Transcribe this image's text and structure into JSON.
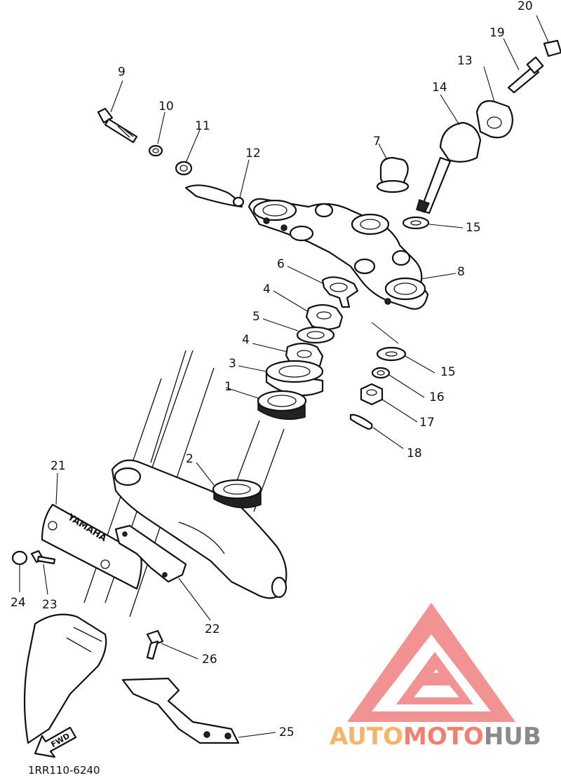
{
  "diagram_code": "1RR110-6240",
  "fwd_label": "FWD",
  "emblem_text": "YAMAHA",
  "watermark": {
    "part1": "AUTO",
    "part2": "MOTO",
    "part3": "HUB",
    "colors": {
      "logo": "#f08080",
      "part1": "#f5b46a",
      "part2": "#f08070",
      "part3": "#8a8a8a"
    }
  },
  "callouts": [
    "1",
    "2",
    "3",
    "4",
    "4",
    "5",
    "6",
    "7",
    "8",
    "9",
    "10",
    "11",
    "12",
    "13",
    "14",
    "15",
    "15",
    "16",
    "17",
    "18",
    "19",
    "20",
    "21",
    "22",
    "23",
    "24",
    "25",
    "26"
  ]
}
